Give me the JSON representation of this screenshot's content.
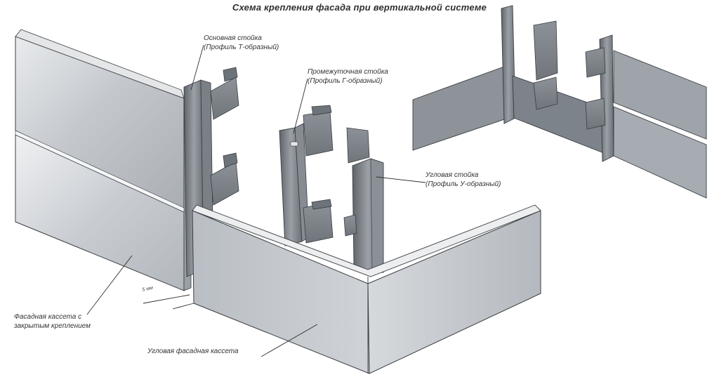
{
  "title": "Схема крепления фасада при вертикальной системе",
  "labels": {
    "main_post": [
      "Основная стойка",
      "(Профиль Т-образный)"
    ],
    "intermediate_post": [
      "Промежуточная стойка",
      "(Профиль Г-образный)"
    ],
    "corner_post": [
      "Угловая стойка",
      "(Профиль У-образный)"
    ],
    "facade_cassette": [
      "Фасадная кассета с",
      "закрытым креплением"
    ],
    "corner_cassette": [
      "Угловая фасадная кассета"
    ]
  },
  "gap_label": "5 мм",
  "colors": {
    "panel_light": "#dadde0",
    "panel_mid": "#b7bcc2",
    "panel_dark": "#8f959c",
    "bracket": "#6d737a",
    "post": "#7c8288",
    "outline": "#3a3d40",
    "leader": "#2d2d2d"
  }
}
